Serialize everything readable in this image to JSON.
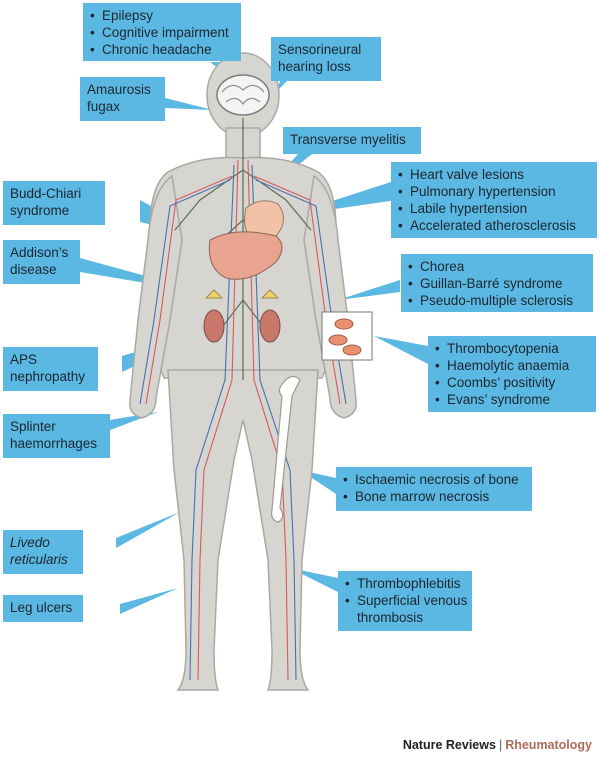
{
  "callouts": {
    "brain": [
      "Epilepsy",
      "Cognitive impairment",
      "Chronic headache"
    ],
    "hearing": [
      "Sensorineural",
      "hearing loss"
    ],
    "amaurosis": [
      "Amaurosis",
      "fugax"
    ],
    "myelitis": [
      "Transverse myelitis"
    ],
    "heart": [
      "Heart valve lesions",
      "Pulmonary hypertension",
      "Labile hypertension",
      "Accelerated atherosclerosis"
    ],
    "budd": [
      "Budd-Chiari",
      "syndrome"
    ],
    "addison": [
      "Addison’s",
      "disease"
    ],
    "neuro": [
      "Chorea",
      "Guillan-Barré syndrome",
      "Pseudo-multiple sclerosis"
    ],
    "aps": [
      "APS",
      "nephropathy"
    ],
    "blood": [
      "Thrombocytopenia",
      "Haemolytic anaemia",
      "Coombs’ positivity",
      "Evans’ syndrome"
    ],
    "splinter": [
      "Splinter",
      "haemorrhages"
    ],
    "bone": [
      "Ischaemic necrosis of bone",
      "Bone marrow necrosis"
    ],
    "livedo": [
      "Livedo",
      "reticularis"
    ],
    "thrombo": [
      "Thrombophlebitis",
      "Superficial venous",
      "thrombosis"
    ],
    "leg": [
      "Leg ulcers"
    ]
  },
  "footer": {
    "journal": "Nature Reviews",
    "separator": "|",
    "section": "Rheumatology"
  },
  "colors": {
    "callout": "#5ab8e3",
    "body": "#d6d5d0",
    "brand": "#b06b57"
  }
}
